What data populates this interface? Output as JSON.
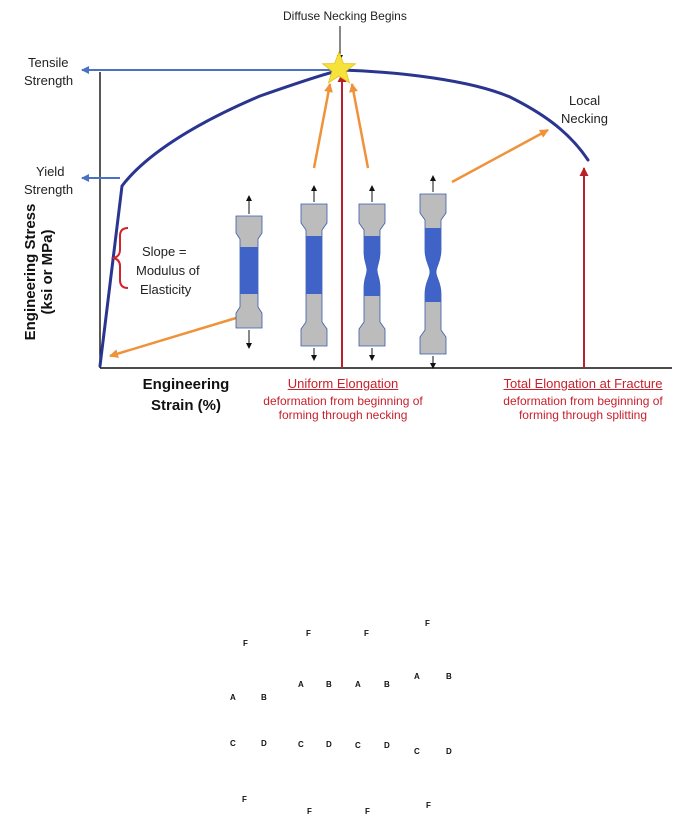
{
  "annotations": {
    "diffuse_necking": "Diffuse Necking Begins",
    "tensile_strength_1": "Tensile",
    "tensile_strength_2": "Strength",
    "yield_strength_1": "Yield",
    "yield_strength_2": "Strength",
    "local_necking_1": "Local",
    "local_necking_2": "Necking",
    "slope_1": "Slope =",
    "slope_2": "Modulus of",
    "slope_3": "Elasticity"
  },
  "axes": {
    "ylabel_1": "Engineering Stress",
    "ylabel_2": "(ksi or MPa)",
    "xlabel_1": "Engineering",
    "xlabel_2": "Strain (%)"
  },
  "elongation": {
    "uniform_title": "Uniform Elongation",
    "uniform_desc_1": "deformation from beginning of",
    "uniform_desc_2": "forming through necking",
    "total_title": "Total Elongation at Fracture",
    "total_desc_1": "deformation from beginning of",
    "total_desc_2": "forming through splitting"
  },
  "specimen_letters": {
    "a": "A",
    "b": "B",
    "c": "C",
    "d": "D",
    "force": "F"
  },
  "colors": {
    "curve": "#2a3590",
    "blue_arrow": "#4a72c4",
    "orange_arrow": "#f0923a",
    "red_line": "#b8202a",
    "specimen_gray": "#bcbcbc",
    "specimen_blue": "#3f63c6",
    "star": "#f7e23a"
  }
}
